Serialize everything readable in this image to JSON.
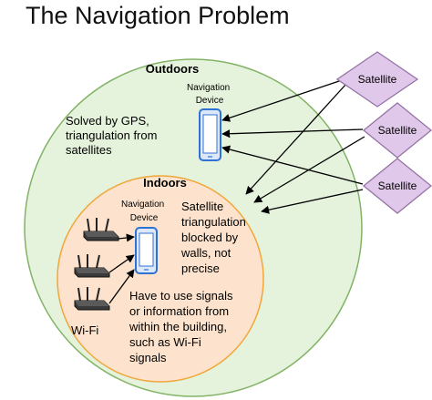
{
  "title": "The Navigation Problem",
  "outdoors": {
    "label": "Outdoors",
    "device_label_line1": "Navigation",
    "device_label_line2": "Device",
    "description": [
      "Solved by GPS,",
      "triangulation from",
      "satellites"
    ]
  },
  "indoors": {
    "label": "Indoors",
    "device_label_line1": "Navigation",
    "device_label_line2": "Device",
    "blocked_text": [
      "Satellite",
      "triangulation",
      "blocked by",
      "walls, not",
      "precise"
    ],
    "signals_text": [
      "Have to use signals",
      "or information from",
      "within the building,",
      "such as Wi-Fi",
      "signals"
    ],
    "wifi_label": "Wi-Fi"
  },
  "satellites": [
    "Satellite",
    "Satellite",
    "Satellite"
  ],
  "colors": {
    "outdoors_fill": "#e5f2dc",
    "indoors_fill": "#fde3cd",
    "satellite_fill": "#e0c8ea",
    "satellite_stroke": "#9673a6",
    "device_stroke": "#2f72d6",
    "indoors_stroke": "#f0a73a"
  }
}
